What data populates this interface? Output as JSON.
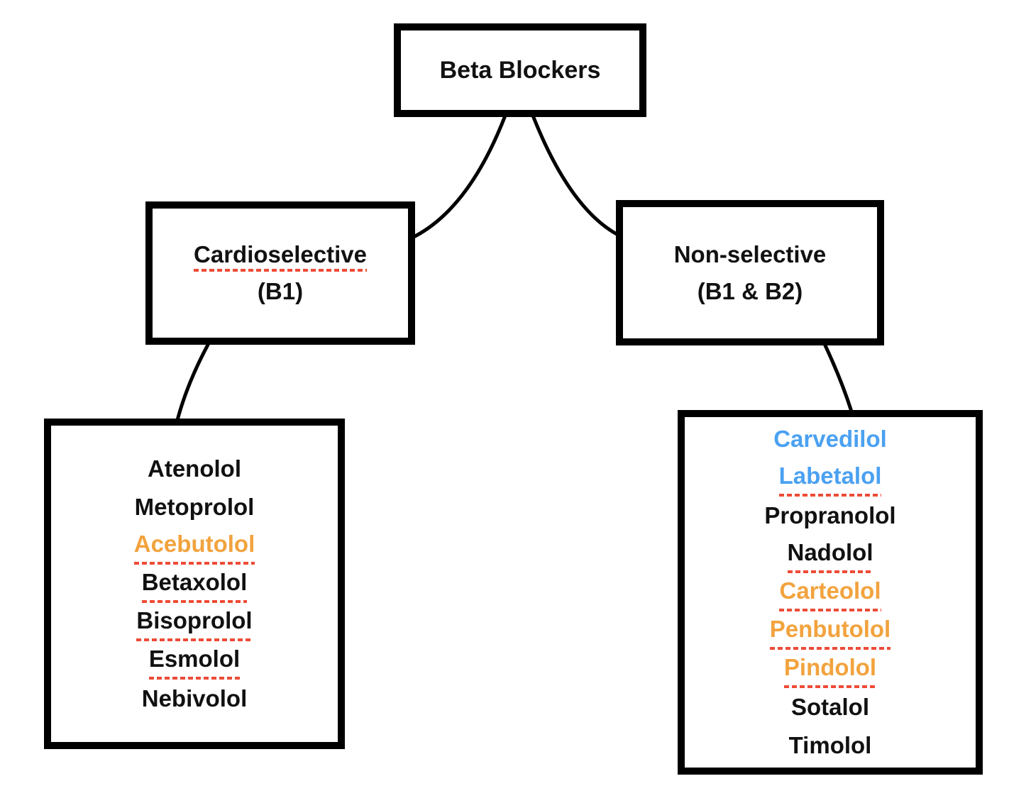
{
  "colors": {
    "black": "#111111",
    "orange": "#F2A33E",
    "blue": "#4BA1F1",
    "underline": "#EE4B37",
    "line": "#000000"
  },
  "root": {
    "label": "Beta Blockers"
  },
  "branches": [
    {
      "title": "Cardioselective",
      "subtitle": "(B1)",
      "title_underlined": true
    },
    {
      "title": "Non-selective",
      "subtitle": "(B1 & B2)",
      "title_underlined": false
    }
  ],
  "lists": [
    {
      "name": "cardioselective-drugs",
      "items": [
        {
          "label": "Atenolol",
          "color": "black",
          "underlined": false
        },
        {
          "label": "Metoprolol",
          "color": "black",
          "underlined": false
        },
        {
          "label": "Acebutolol",
          "color": "orange",
          "underlined": true
        },
        {
          "label": "Betaxolol",
          "color": "black",
          "underlined": true
        },
        {
          "label": "Bisoprolol",
          "color": "black",
          "underlined": true
        },
        {
          "label": "Esmolol",
          "color": "black",
          "underlined": true
        },
        {
          "label": "Nebivolol",
          "color": "black",
          "underlined": false
        }
      ]
    },
    {
      "name": "non-selective-drugs",
      "items": [
        {
          "label": "Carvedilol",
          "color": "blue",
          "underlined": false
        },
        {
          "label": "Labetalol",
          "color": "blue",
          "underlined": true
        },
        {
          "label": "Propranolol",
          "color": "black",
          "underlined": false
        },
        {
          "label": "Nadolol",
          "color": "black",
          "underlined": true
        },
        {
          "label": "Carteolol",
          "color": "orange",
          "underlined": true
        },
        {
          "label": "Penbutolol",
          "color": "orange",
          "underlined": true
        },
        {
          "label": "Pindolol",
          "color": "orange",
          "underlined": true
        },
        {
          "label": "Sotalol",
          "color": "black",
          "underlined": false
        },
        {
          "label": "Timolol",
          "color": "black",
          "underlined": false
        }
      ]
    }
  ]
}
